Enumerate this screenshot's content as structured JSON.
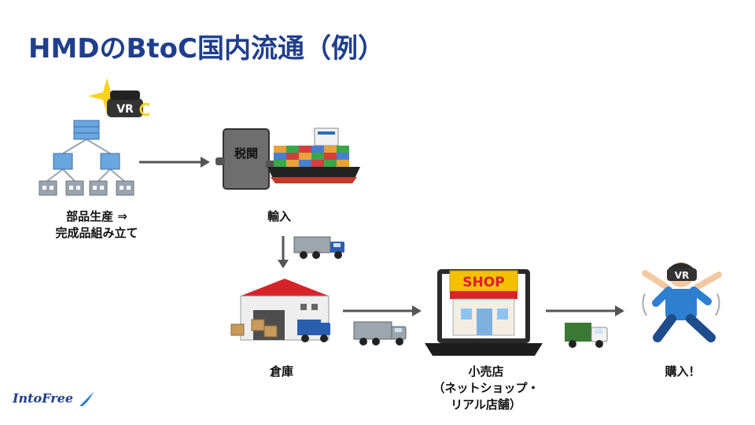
{
  "header": {
    "title": "HMDのBtoC国内流通（例）"
  },
  "nodes": {
    "production": {
      "line1": "部品生産 ⇒",
      "line2": "完成品組み立て"
    },
    "import": {
      "label": "輸入"
    },
    "customs": {
      "sign": "税関"
    },
    "warehouse": {
      "label": "倉庫"
    },
    "retail": {
      "line1": "小売店",
      "line2": "（ネットショップ・",
      "line3": "リアル店舗）"
    },
    "shop_sign": "SHOP",
    "purchase": {
      "label": "購入！"
    }
  },
  "badges": {
    "vr_headset": "VR",
    "vr_person": "VR"
  },
  "footer": {
    "logo": "IntoFree"
  },
  "colors": {
    "title": "#1f3e8c",
    "arrow": "#555555",
    "shop_sign": "#f5c000",
    "roof": "#d8232a"
  },
  "icons": [
    "vr-headset-icon",
    "factory-network-icon",
    "customs-officer-icon",
    "cargo-ship-icon",
    "truck-icon",
    "warehouse-icon",
    "laptop-shop-icon",
    "happy-person-vr-icon",
    "arrow-icon"
  ]
}
